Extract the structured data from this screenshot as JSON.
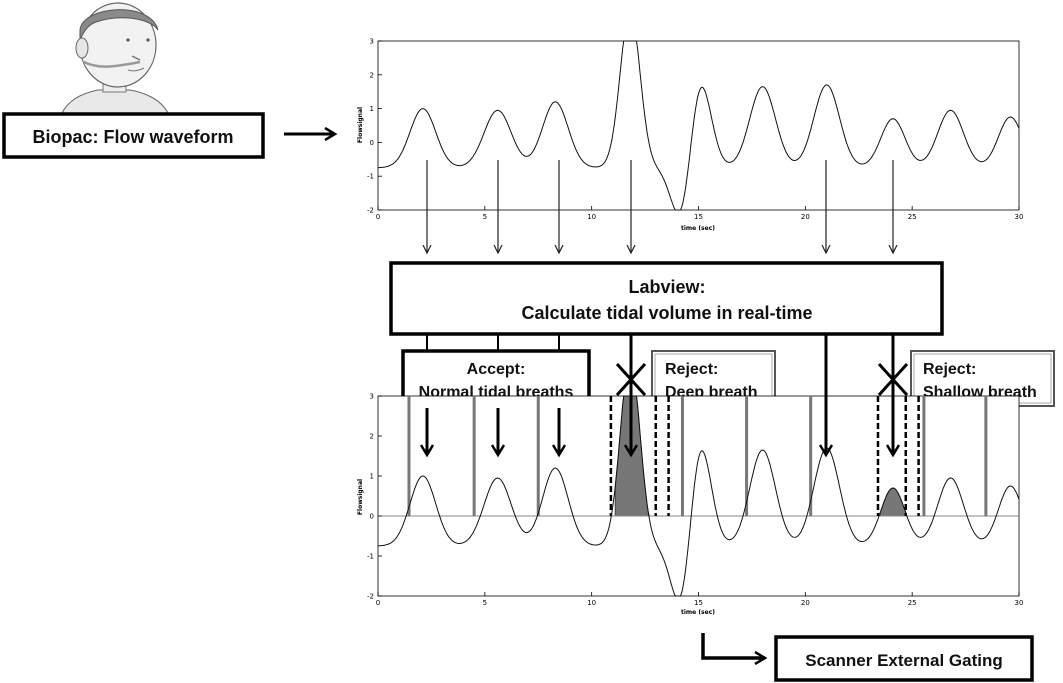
{
  "boxes": {
    "biopac": "Biopac: Flow waveform",
    "labview_title": "Labview:",
    "labview_sub": "Calculate tidal volume in real-time",
    "accept_title": "Accept:",
    "accept_sub": "Normal tidal breaths",
    "reject_deep_title": "Reject:",
    "reject_deep_sub": "Deep breath",
    "reject_shallow_title": "Reject:",
    "reject_shallow_sub": "Shallow breath",
    "scanner": "Scanner External Gating"
  },
  "plots": {
    "top": {
      "xlabel": "time (sec)",
      "ylabel": "Flowsignal",
      "xticks": [
        "0",
        "5",
        "10",
        "15",
        "20",
        "25",
        "30"
      ],
      "yticks": [
        "3",
        "2",
        "1",
        "0",
        "-1",
        "-2"
      ]
    },
    "bottom": {
      "xlabel": "time (sec)",
      "ylabel": "Flowsignal",
      "xticks": [
        "0",
        "5",
        "10",
        "15",
        "20",
        "25",
        "30"
      ],
      "yticks": [
        "3",
        "2",
        "1",
        "0",
        "-1",
        "-2"
      ]
    }
  },
  "icons": {
    "person": "patient-with-nasal-cannula-icon",
    "reject": "x-mark-icon"
  }
}
